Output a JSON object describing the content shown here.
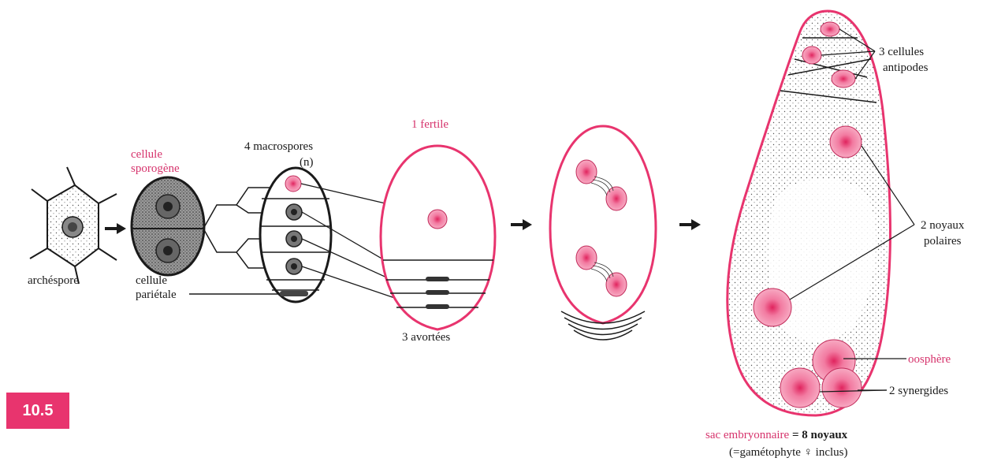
{
  "figure_number": "10.5",
  "labels": {
    "archespore": "archéspore",
    "cellule_sporogene_1": "cellule",
    "cellule_sporogene_2": "sporogène",
    "cellule_parietale_1": "cellule",
    "cellule_parietale_2": "pariétale",
    "macrospores": "4 macrospores",
    "haploid": "(n)",
    "fertile": "1 fertile",
    "avortees": "3 avortées",
    "antipodes_1": "3 cellules",
    "antipodes_2": "antipodes",
    "noyaux_1": "2 noyaux",
    "noyaux_2": "polaires",
    "oosphere": "oosphère",
    "synergides": "2 synergides",
    "sac_pink": "sac embryonnaire",
    "sac_eq": " = 8 noyaux",
    "gametophyte": "(=gamétophyte ♀ inclus)"
  },
  "colors": {
    "accent": "#e8346e",
    "outline": "#1a1a1a",
    "nucleus": "#f07aa0"
  }
}
